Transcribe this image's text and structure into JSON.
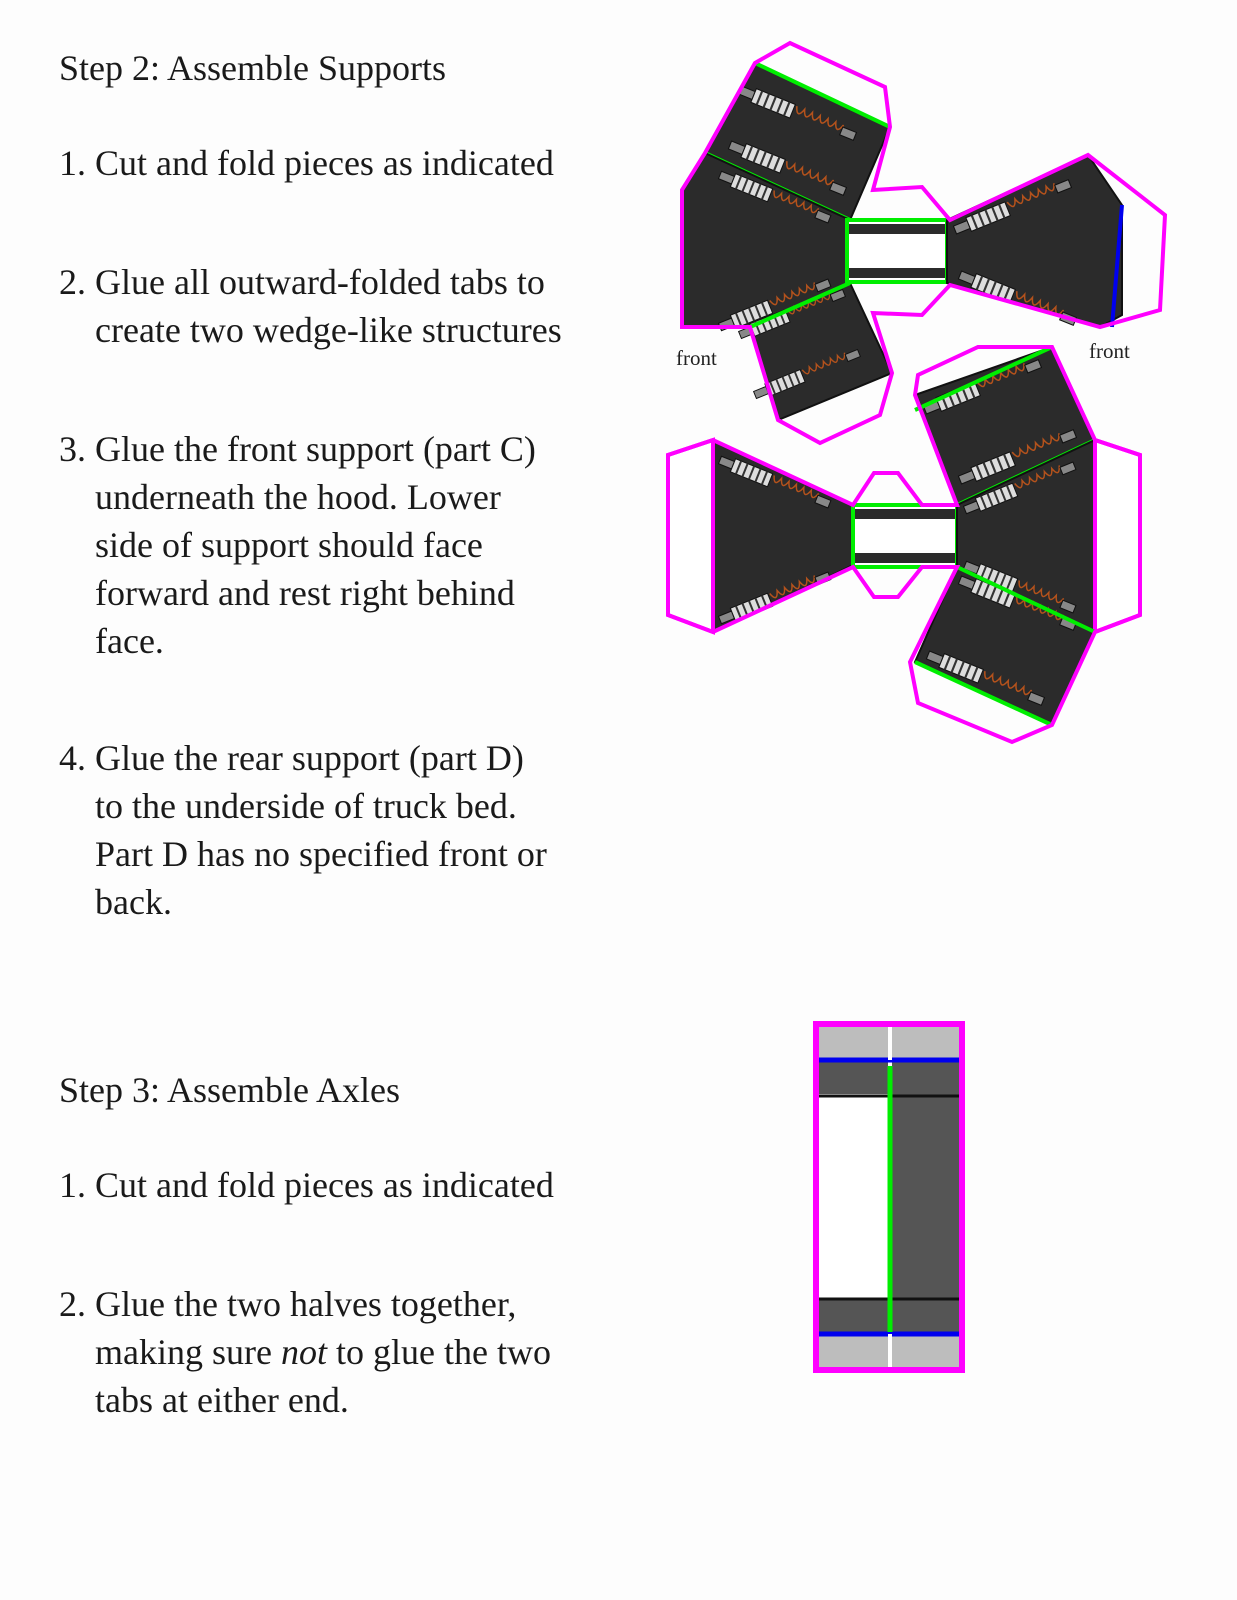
{
  "step2": {
    "heading": "Step 2: Assemble Supports",
    "items": [
      {
        "num": "1.",
        "lines": [
          "Cut and fold pieces as indicated"
        ]
      },
      {
        "num": "2.",
        "lines": [
          "Glue all outward-folded tabs to",
          "create two wedge-like structures"
        ]
      },
      {
        "num": "3.",
        "lines": [
          "Glue the front support (part C)",
          "underneath the hood. Lower",
          "side of support should face",
          "forward and rest right behind",
          "face."
        ]
      },
      {
        "num": "4.",
        "lines": [
          "Glue the rear support (part D)",
          "to the underside of truck bed.",
          "Part D has no specified front or",
          "back."
        ]
      }
    ],
    "label_front_left": "front",
    "label_front_right": "front"
  },
  "step3": {
    "heading": "Step 3: Assemble Axles",
    "items": [
      {
        "num": "1.",
        "lines": [
          "Cut and fold pieces as indicated"
        ]
      },
      {
        "num": "2.",
        "line1": "Glue the two halves together,",
        "line2_pre": "making sure ",
        "line2_em": "not",
        "line2_post": " to glue the two",
        "line3": "tabs at either end."
      }
    ]
  },
  "colors": {
    "cut_line": "#ff00ff",
    "fold_green": "#00ee00",
    "fold_blue": "#0000ee",
    "panel_dark": "#2b2b2b",
    "axle_gray": "#555555",
    "tab_gray": "#bdbdbd"
  }
}
